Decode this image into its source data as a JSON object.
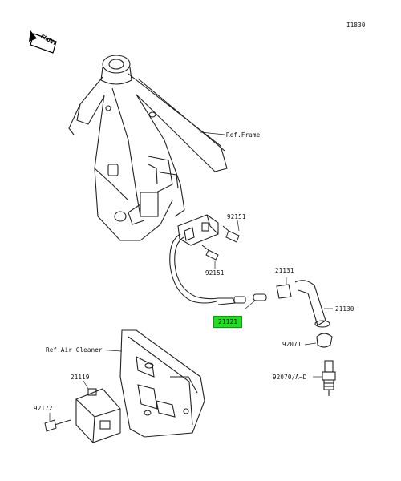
{
  "diagram": {
    "figure_code": "I1830",
    "front_label": "FRONT",
    "callouts": {
      "ref_frame": "Ref.Frame",
      "ref_air_cleaner": "Ref.Air Cleaner",
      "p92151_top": "92151",
      "p92151_bottom": "92151",
      "p21131": "21131",
      "p21130": "21130",
      "p92071": "92071",
      "p92070": "92070/A~D",
      "p21121": "21121",
      "p21119": "21119",
      "p92172": "92172"
    },
    "highlighted_part": "21121",
    "highlight_color": "#22dd22"
  }
}
